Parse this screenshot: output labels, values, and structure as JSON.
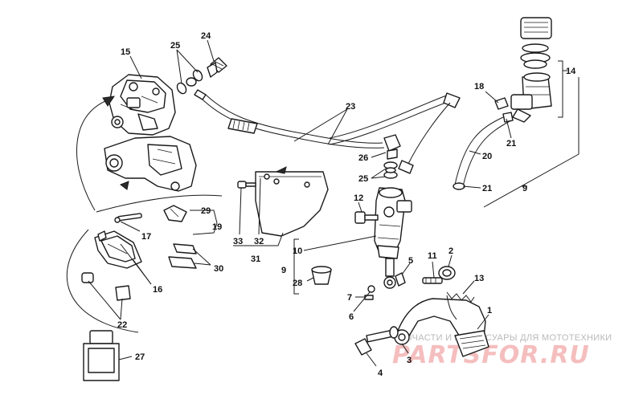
{
  "labels": {
    "p1": "1",
    "p2": "2",
    "p3": "3",
    "p4": "4",
    "p5": "5",
    "p6": "6",
    "p7": "7",
    "p9a": "9",
    "p9b": "9",
    "p10": "10",
    "p11": "11",
    "p12": "12",
    "p13": "13",
    "p14": "14",
    "p15": "15",
    "p16": "16",
    "p17": "17",
    "p18": "18",
    "p19": "19",
    "p20": "20",
    "p21a": "21",
    "p21b": "21",
    "p22": "22",
    "p23": "23",
    "p24": "24",
    "p25a": "25",
    "p25b": "25",
    "p26": "26",
    "p27": "27",
    "p28": "28",
    "p29": "29",
    "p30": "30",
    "p31": "31",
    "p32": "32",
    "p33": "33"
  },
  "watermark": {
    "caption": "ЗАПЧАСТИ И АКСЕССУАРЫ ДЛЯ МОТОТЕХНИКИ",
    "brand": "PARTSFOR.RU"
  },
  "colors": {
    "ink": "#1a1a1a",
    "watermark_red": "#f2a9a9",
    "watermark_gray": "#b9b9b9"
  }
}
